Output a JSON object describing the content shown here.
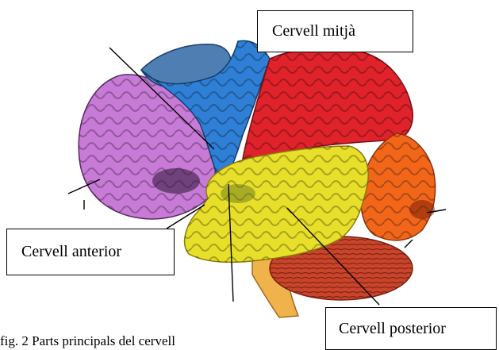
{
  "labels": {
    "midbrain": "Cervell mitjà",
    "forebrain": "Cervell anterior",
    "hindbrain": "Cervell posterior"
  },
  "caption": "fig. 2 Parts principals del cervell",
  "lobes": {
    "frontal": {
      "color": "#c77ad6"
    },
    "parietal_upper": {
      "color": "#6aa8e8"
    },
    "parietal_lower": {
      "color": "#2f7fd6"
    },
    "occipital": {
      "color": "#e0222b"
    },
    "temporal": {
      "color": "#e8df2a"
    },
    "posterior": {
      "color": "#f2661a"
    },
    "cerebellum": {
      "color": "#c8452b"
    },
    "brainstem": {
      "color": "#f0b24a"
    }
  }
}
